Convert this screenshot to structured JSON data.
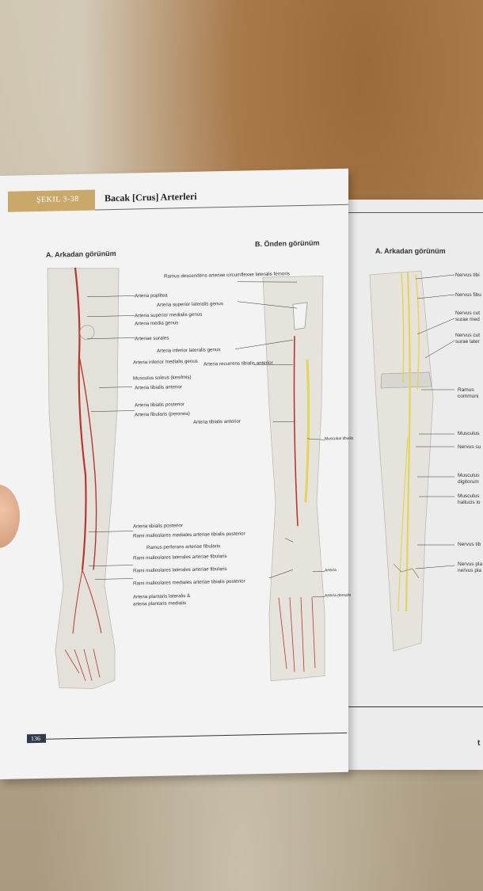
{
  "header": {
    "figure_tag": "ŞEKIL 3-38",
    "title": "Bacak [Crus] Arterleri"
  },
  "left_page": {
    "view_a": "A. Arkadan görünüm",
    "view_b": "B. Önden görünüm",
    "page_number": "136",
    "labels_a": [
      "Ramus descendens arteriae circumflexae lateralis femoris",
      "Arteria poplitea",
      "Arteria superior lateralis genus",
      "Arteria superior medialis genus",
      "Arteria media genus",
      "Arteriae surales",
      "Arteria inferior lateralis genus",
      "Arteria inferior medialis genus",
      "Arteria recurrens tibialis anterior",
      "Musculus soleus (kesilmiş)",
      "Arteria tibialis anterior",
      "Arteria tibialis posterior",
      "Arteria fibularis (peronea)",
      "Arteria tibialis anterior",
      "Arteria tibialis posterior",
      "Rami malleolares mediales arteriae tibialis posterior",
      "Ramus perforans arteriae fibularis",
      "Rami malleolares laterales arteriae fibularis",
      "Rami malleolares laterales arteriae fibularis",
      "Rami malleolares mediales arteriae tibialis posterior",
      "Arteria plantaris lateralis &",
      "arteria plantaris medialis"
    ],
    "labels_b": [
      "Musculus tibialis",
      "Arteria",
      "Arteria dorsalis"
    ]
  },
  "right_page": {
    "view_a": "A. Arkadan görünüm",
    "labels": [
      "Nervus tibi",
      "Nervus fibu",
      "Nervus cut",
      "surae med",
      "Nervus cut",
      "surae later",
      "Ramus",
      "communi",
      "Musculus",
      "Nervus su",
      "Musculus",
      "digitorum",
      "Musculus",
      "hallucis lo",
      "Nervus tib",
      "Nervus pla",
      "nervus pla",
      "t"
    ]
  },
  "colors": {
    "artery": "#b5382e",
    "nerve": "#e3d45a",
    "tag": "#c9a86a"
  }
}
